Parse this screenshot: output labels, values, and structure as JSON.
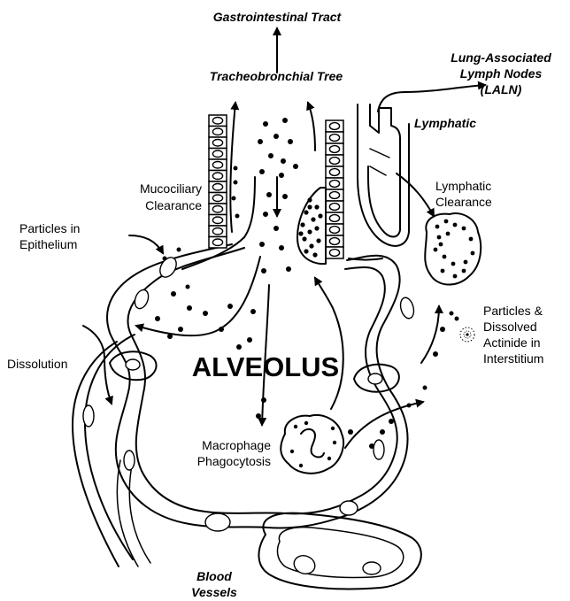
{
  "labels": {
    "gi_tract": "Gastrointestinal Tract",
    "tracheobronchial": "Tracheobronchial Tree",
    "laln_line1": "Lung-Associated",
    "laln_line2": "Lymph Nodes",
    "laln_line3": "(LALN)",
    "lymphatic": "Lymphatic",
    "mucociliary_1": "Mucociliary",
    "mucociliary_2": "Clearance",
    "lymphatic_clearance_1": "Lymphatic",
    "lymphatic_clearance_2": "Clearance",
    "particles_epi_1": "Particles in",
    "particles_epi_2": "Epithelium",
    "particles_dissolved_1": "Particles &",
    "particles_dissolved_2": "Dissolved",
    "particles_dissolved_3": "Actinide in",
    "particles_dissolved_4": "Interstitium",
    "dissolution": "Dissolution",
    "alveolus": "ALVEOLUS",
    "macrophage_1": "Macrophage",
    "macrophage_2": "Phagocytosis",
    "blood_1": "Blood",
    "blood_2": "Vessels"
  },
  "colors": {
    "ink": "#000000",
    "background": "#ffffff"
  }
}
